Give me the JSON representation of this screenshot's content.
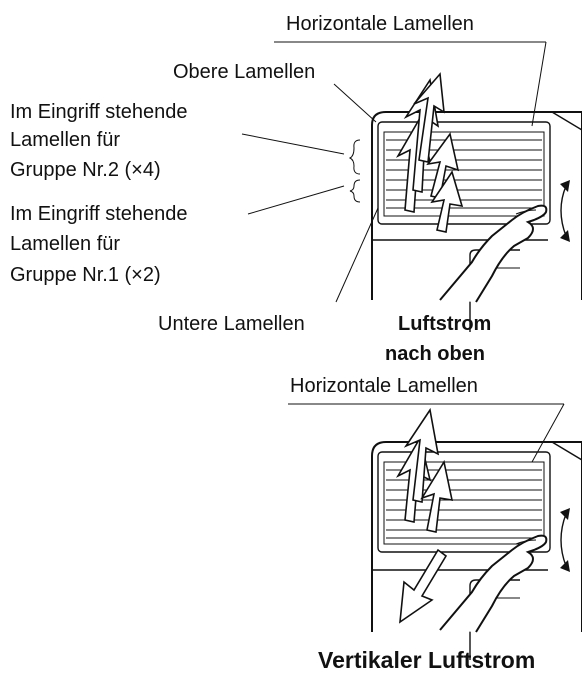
{
  "top_diagram": {
    "label_horizontal": "Horizontale Lamellen",
    "label_upper": "Obere Lamellen",
    "group2_line1": "Im Eingriff stehende",
    "group2_line2": "Lamellen für",
    "group2_line3": "Gruppe Nr.2 (×4)",
    "group1_line1": "Im Eingriff stehende",
    "group1_line2": "Lamellen für",
    "group1_line3": "Gruppe Nr.1 (×2)",
    "label_lower": "Untere Lamellen",
    "caption_line1": "Luftstrom",
    "caption_line2": "nach oben"
  },
  "bottom_diagram": {
    "label_horizontal": "Horizontale Lamellen",
    "caption": "Vertikaler Luftstrom"
  }
}
